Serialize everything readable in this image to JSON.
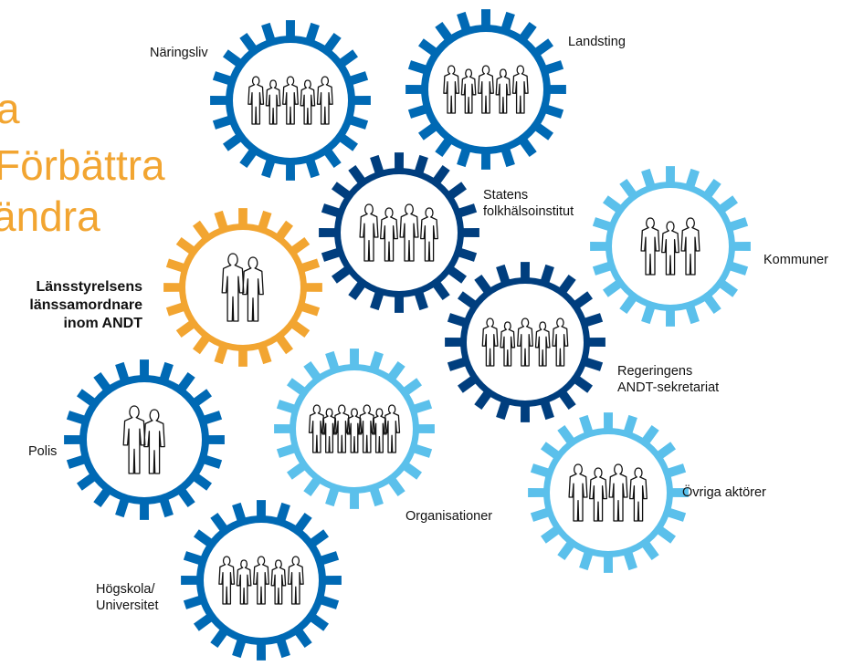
{
  "headline": {
    "line1": "a",
    "line2": "Förbättra",
    "line3": "ändra"
  },
  "center_label": {
    "line1": "Länsstyrelsens",
    "line2": "länssamordnare",
    "line3": "inom ANDT"
  },
  "colors": {
    "orange": "#F2A531",
    "blue": "#0069B4",
    "dark_blue": "#003E7E",
    "light_blue": "#5BC0EB"
  },
  "gears": [
    {
      "id": "naringsliv",
      "color": "blue",
      "people": 5,
      "label_lines": [
        "Näringsliv"
      ]
    },
    {
      "id": "landsting",
      "color": "blue",
      "people": 5,
      "label_lines": [
        "Landsting"
      ]
    },
    {
      "id": "statens",
      "color": "dark_blue",
      "people": 4,
      "label_lines": [
        "Statens",
        "folkhälsoinstitut"
      ]
    },
    {
      "id": "kommuner",
      "color": "light_blue",
      "people": 3,
      "label_lines": [
        "Kommuner"
      ]
    },
    {
      "id": "lansstyrelsen",
      "color": "orange",
      "people": 2,
      "label_lines": []
    },
    {
      "id": "regeringens",
      "color": "dark_blue",
      "people": 5,
      "label_lines": [
        "Regeringens",
        "ANDT-sekretariat"
      ]
    },
    {
      "id": "organisationer",
      "color": "light_blue",
      "people": 7,
      "label_lines": [
        "Organisationer"
      ]
    },
    {
      "id": "polis",
      "color": "blue",
      "people": 2,
      "label_lines": [
        "Polis"
      ]
    },
    {
      "id": "ovriga",
      "color": "light_blue",
      "people": 4,
      "label_lines": [
        "Övriga aktörer"
      ]
    },
    {
      "id": "hogskola",
      "color": "blue",
      "people": 5,
      "label_lines": [
        "Högskola/",
        "Universitet"
      ]
    }
  ]
}
